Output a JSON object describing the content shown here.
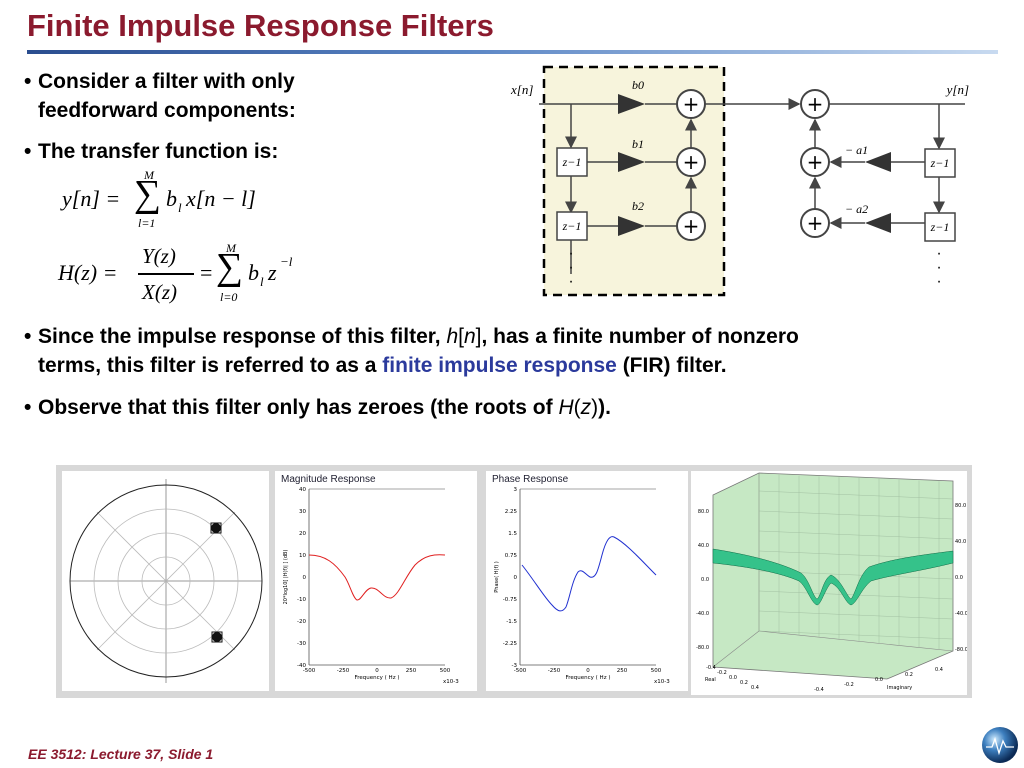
{
  "slide": {
    "title": "Finite Impulse Response Filters",
    "footer": "EE 3512: Lecture 37, Slide 1"
  },
  "bullets": {
    "b1_line1": "Consider a filter with only",
    "b1_line2": "feedforward components:",
    "b2": "The transfer function is:",
    "b3_part1": "Since the impulse response of this filter, ",
    "b3_h": "h",
    "b3_n": "n",
    "b3_part2": ", has a finite number of  nonzero",
    "b3_part3": "terms, this filter is referred to as a ",
    "b3_highlight": "finite impulse response",
    "b3_part4": " (FIR) filter.",
    "b4_part1": "Observe that this filter only has zeroes (the roots of ",
    "b4_H": "H",
    "b4_z": "z",
    "b4_part2": ")."
  },
  "equations": {
    "eq1_lhs": "y[n] =",
    "eq1_upper": "M",
    "eq1_sigma": "∑",
    "eq1_lower": "l=1",
    "eq1_rhs_b": "b",
    "eq1_rhs_l": "l",
    "eq1_rhs_x": "x[n − l]",
    "eq2_lhs": "H(z) =",
    "eq2_num": "Y(z)",
    "eq2_den": "X(z)",
    "eq2_eq": "=",
    "eq2_upper": "M",
    "eq2_sigma": "∑",
    "eq2_lower": "l=0",
    "eq2_rhs_b": "b",
    "eq2_rhs_l": "l",
    "eq2_rhs_z": "z",
    "eq2_rhs_exp": "−l"
  },
  "diagram": {
    "input": "x[n]",
    "output": "y[n]",
    "b0": "b0",
    "b1": "b1",
    "b2": "b2",
    "a1": "− a1",
    "a2": "− a2",
    "delay": "z−1",
    "plus": "+",
    "colors": {
      "highlight_fill": "#f7f4dc",
      "node": "#444444"
    }
  },
  "plots": {
    "magnitude": {
      "title": "Magnitude Response",
      "ylabel": "20*log10[ |H(f)| ]  (dB)",
      "xlabel": "Frequency ( Hz )",
      "xscale": "x10-3",
      "yticks": [
        "40",
        "30",
        "20",
        "10",
        "0",
        "-10",
        "-20",
        "-30",
        "-40"
      ],
      "xticks": [
        "-500",
        "-250",
        "0",
        "250",
        "500"
      ]
    },
    "phase": {
      "title": "Phase Response",
      "ylabel": "Phase( H(f) )",
      "xlabel": "Frequency ( Hz )",
      "xscale": "x10-3",
      "yticks": [
        "3",
        "2.25",
        "1.5",
        "0.75",
        "0",
        "-0.75",
        "-1.5",
        "-2.25",
        "-3"
      ],
      "xticks": [
        "-500",
        "-250",
        "0",
        "250",
        "500"
      ]
    },
    "surface": {
      "left_ticks": [
        "80.0",
        "40.0",
        "0.0",
        "-40.0",
        "-80.0"
      ],
      "right_ticks": [
        "80.0",
        "40.0",
        "0.0",
        "-40.0",
        "-80.0"
      ],
      "real_ticks": [
        "-0.4",
        "-0.2",
        "0.0",
        "0.2",
        "0.4"
      ],
      "imag_ticks": [
        "-0.4",
        "-0.2",
        "0.0",
        "0.2",
        "0.4"
      ],
      "real_label": "Real",
      "imag_label": "Imaginary"
    }
  }
}
